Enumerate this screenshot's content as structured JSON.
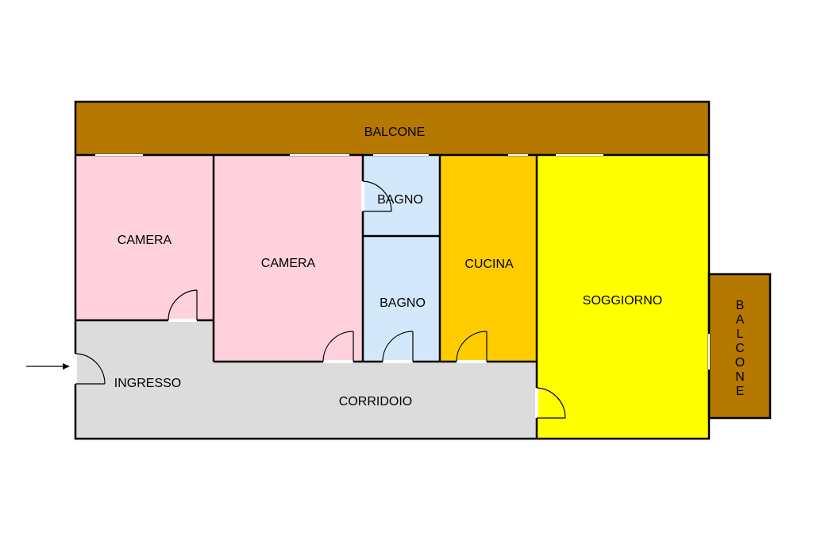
{
  "plan": {
    "rooms": [
      {
        "id": "balcone-top",
        "label": "BALCONE",
        "color": "#b57800"
      },
      {
        "id": "camera-1",
        "label": "CAMERA",
        "color": "#ffd1dc"
      },
      {
        "id": "camera-2",
        "label": "CAMERA",
        "color": "#ffd1dc"
      },
      {
        "id": "bagno-1",
        "label": "BAGNO",
        "color": "#d4e8fb"
      },
      {
        "id": "bagno-2",
        "label": "BAGNO",
        "color": "#d4e8fb"
      },
      {
        "id": "cucina",
        "label": "CUCINA",
        "color": "#ffcc00"
      },
      {
        "id": "soggiorno",
        "label": "SOGGIORNO",
        "color": "#ffff00"
      },
      {
        "id": "balcone-side",
        "label": "BALCONE",
        "color": "#b57800"
      },
      {
        "id": "ingresso",
        "label": "INGRESSO",
        "color": "#dcdcdc"
      },
      {
        "id": "corridoio",
        "label": "CORRIDOIO",
        "color": "#dcdcdc"
      }
    ],
    "side_balcony_letters": [
      "B",
      "A",
      "L",
      "C",
      "O",
      "N",
      "E"
    ],
    "wall_color": "#000000"
  }
}
